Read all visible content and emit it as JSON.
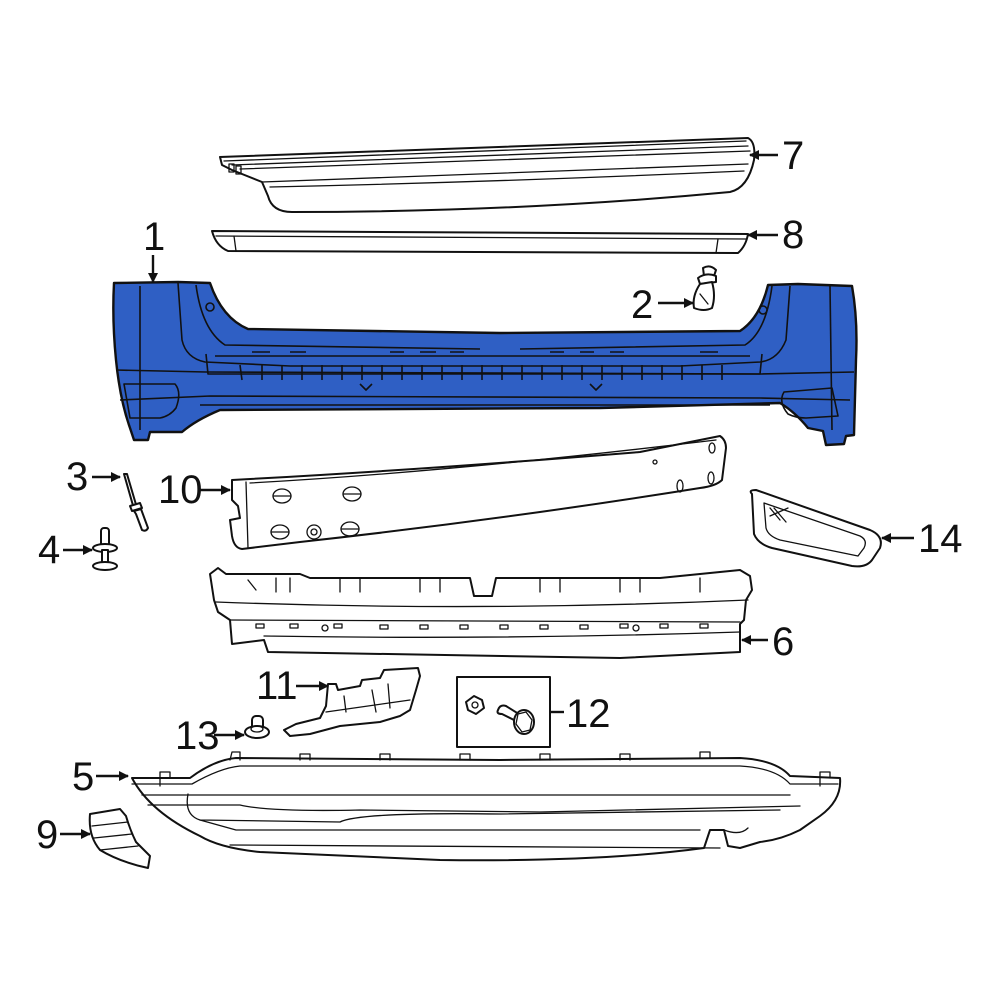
{
  "diagram": {
    "type": "exploded-parts-diagram",
    "subject": "Rear bumper assembly",
    "highlight_color": "#2F5FC4",
    "line_color": "#111111",
    "background": "#FFFFFF",
    "highlighted_part": "1",
    "callouts": [
      {
        "id": "c1",
        "label": "1",
        "part": "bumper-cover"
      },
      {
        "id": "c2",
        "label": "2",
        "part": "push-retainer"
      },
      {
        "id": "c3",
        "label": "3",
        "part": "rivet"
      },
      {
        "id": "c4",
        "label": "4",
        "part": "push-pin-retainer"
      },
      {
        "id": "c5",
        "label": "5",
        "part": "lower-valance"
      },
      {
        "id": "c6",
        "label": "6",
        "part": "energy-absorber"
      },
      {
        "id": "c7",
        "label": "7",
        "part": "step-pad"
      },
      {
        "id": "c8",
        "label": "8",
        "part": "trim-molding"
      },
      {
        "id": "c9",
        "label": "9",
        "part": "end-cap"
      },
      {
        "id": "c10",
        "label": "10",
        "part": "impact-bar"
      },
      {
        "id": "c11",
        "label": "11",
        "part": "support-bracket"
      },
      {
        "id": "c12",
        "label": "12",
        "part": "nut-and-bolt-kit"
      },
      {
        "id": "c13",
        "label": "13",
        "part": "retainer-clip"
      },
      {
        "id": "c14",
        "label": "14",
        "part": "reflector-bezel"
      }
    ]
  }
}
